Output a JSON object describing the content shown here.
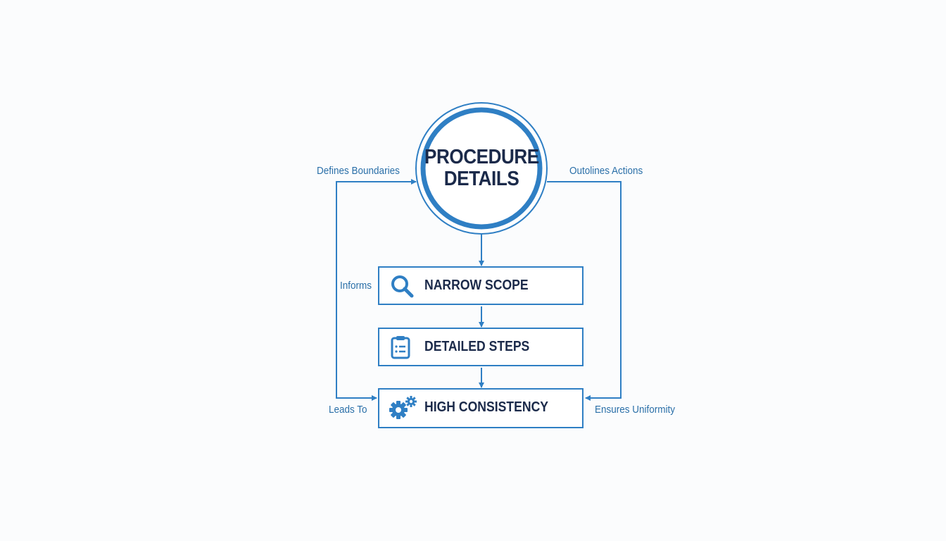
{
  "diagram": {
    "central_node": {
      "line1": "PROCEDURE",
      "line2": "DETAILS"
    },
    "boxes": [
      {
        "label": "NARROW SCOPE",
        "icon": "magnifier-icon"
      },
      {
        "label": "DETAILED STEPS",
        "icon": "clipboard-checklist-icon"
      },
      {
        "label": "HIGH CONSISTENCY",
        "icon": "gears-icon"
      }
    ],
    "edge_labels": {
      "top_left": "Defines Boundaries",
      "top_right": "Outolines Actions",
      "left_middle": "Informs",
      "bottom_left": "Leads To",
      "bottom_right": "Ensures Uniformity"
    },
    "colors": {
      "accent": "#2f7fc4",
      "label": "#2a6fa8",
      "text": "#1b2a4a",
      "background": "#fbfcfd"
    }
  }
}
